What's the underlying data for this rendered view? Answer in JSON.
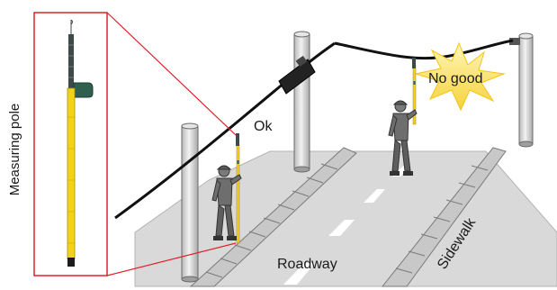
{
  "labels": {
    "measuring_pole": "Measuring pole",
    "ok": "Ok",
    "no_good": "No good",
    "roadway": "Roadway",
    "sidewalk": "Sidewalk"
  },
  "colors": {
    "callout_frame": "#e0202a",
    "pole_yellow": "#f2d21a",
    "pole_dark": "#3c4a4a",
    "pole_grip": "#2f5f4f",
    "road": "#d9d9d9",
    "curb": "#c9c9c9",
    "utility_pole": "#d2d2d2",
    "cable": "#111111",
    "burst": "#fbe66a",
    "worker": "#6e6e6e"
  }
}
